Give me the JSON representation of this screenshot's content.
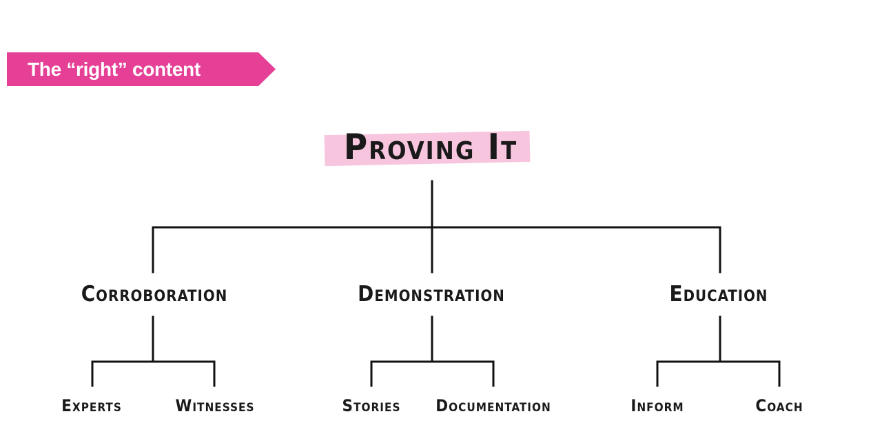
{
  "banner": {
    "text": "The “right” content",
    "color": "#e63f96"
  },
  "diagram": {
    "root": {
      "label": "Proving It",
      "highlight_color": "#f7c6de"
    },
    "branches": [
      {
        "label": "Corroboration",
        "children": [
          "Experts",
          "Witnesses"
        ]
      },
      {
        "label": "Demonstration",
        "children": [
          "Stories",
          "Documentation"
        ]
      },
      {
        "label": "Education",
        "children": [
          "Inform",
          "Coach"
        ]
      }
    ]
  }
}
